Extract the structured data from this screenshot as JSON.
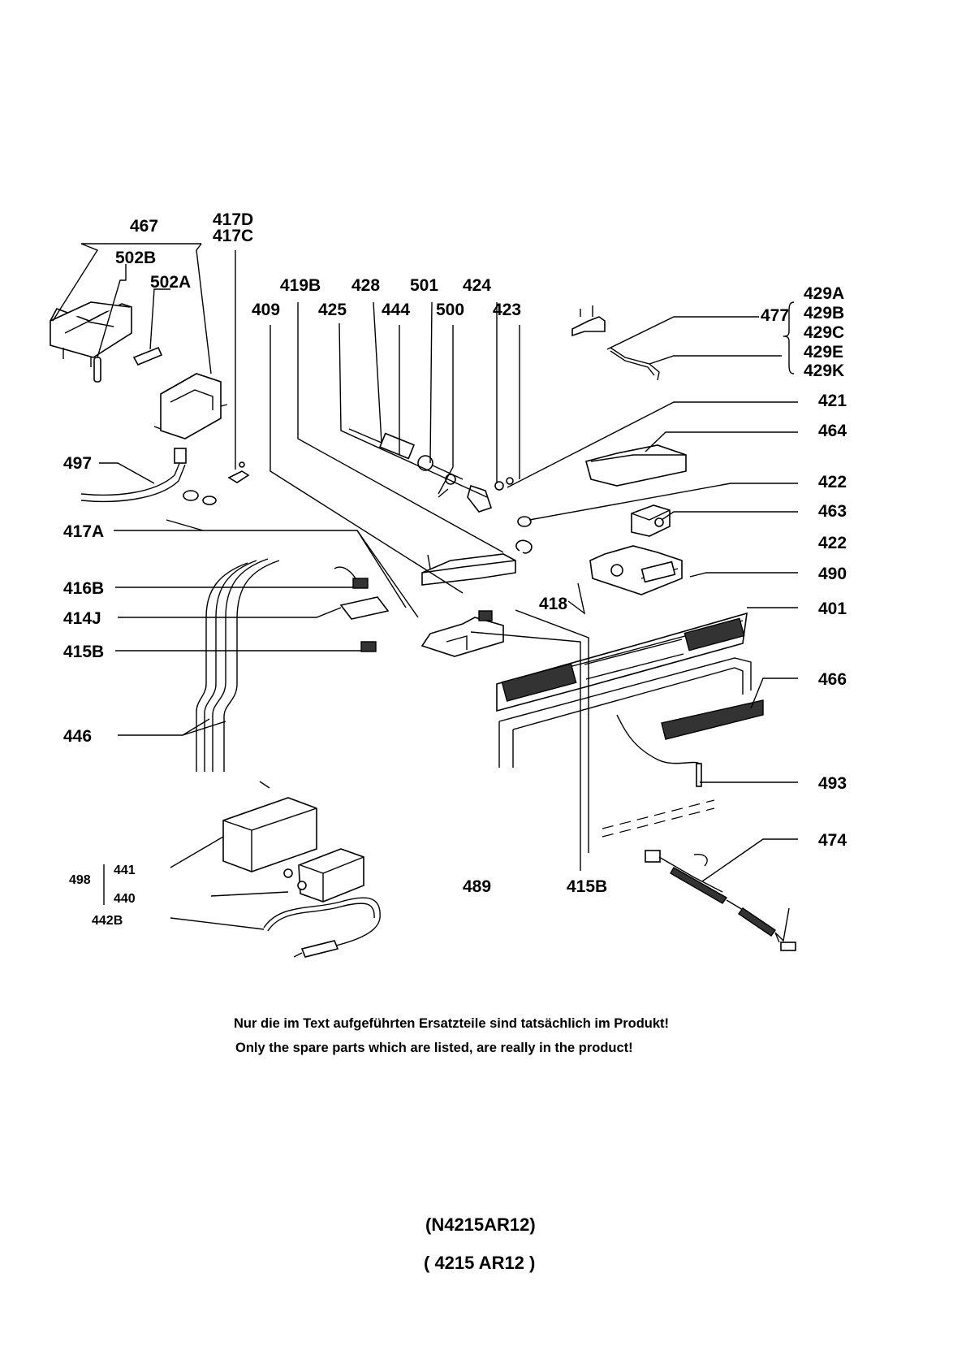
{
  "labels": {
    "l467": "467",
    "l417D": "417D",
    "l417C": "417C",
    "l502B": "502B",
    "l502A": "502A",
    "l419B": "419B",
    "l428": "428",
    "l501": "501",
    "l424": "424",
    "l429A": "429A",
    "l409": "409",
    "l425": "425",
    "l444": "444",
    "l500": "500",
    "l423": "423",
    "l477": "477",
    "l429B": "429B",
    "l429C": "429C",
    "l429E": "429E",
    "l429K": "429K",
    "l421": "421",
    "l464": "464",
    "l497": "497",
    "l422a": "422",
    "l463": "463",
    "l417A": "417A",
    "l422b": "422",
    "l490": "490",
    "l416B": "416B",
    "l418": "418",
    "l401": "401",
    "l414J": "414J",
    "l415Ba": "415B",
    "l466": "466",
    "l446": "446",
    "l493": "493",
    "l474": "474",
    "l498": "498",
    "l441": "441",
    "l440": "440",
    "l442B": "442B",
    "l489": "489",
    "l415Bb": "415B"
  },
  "notes": {
    "german": "Nur die im Text aufgeführten Ersatzteile sind tatsächlich im Produkt!",
    "english": "Only the spare parts which are listed, are really in the product!"
  },
  "model": {
    "line1": "(N4215AR12)",
    "line2": "( 4215 AR12 )"
  }
}
